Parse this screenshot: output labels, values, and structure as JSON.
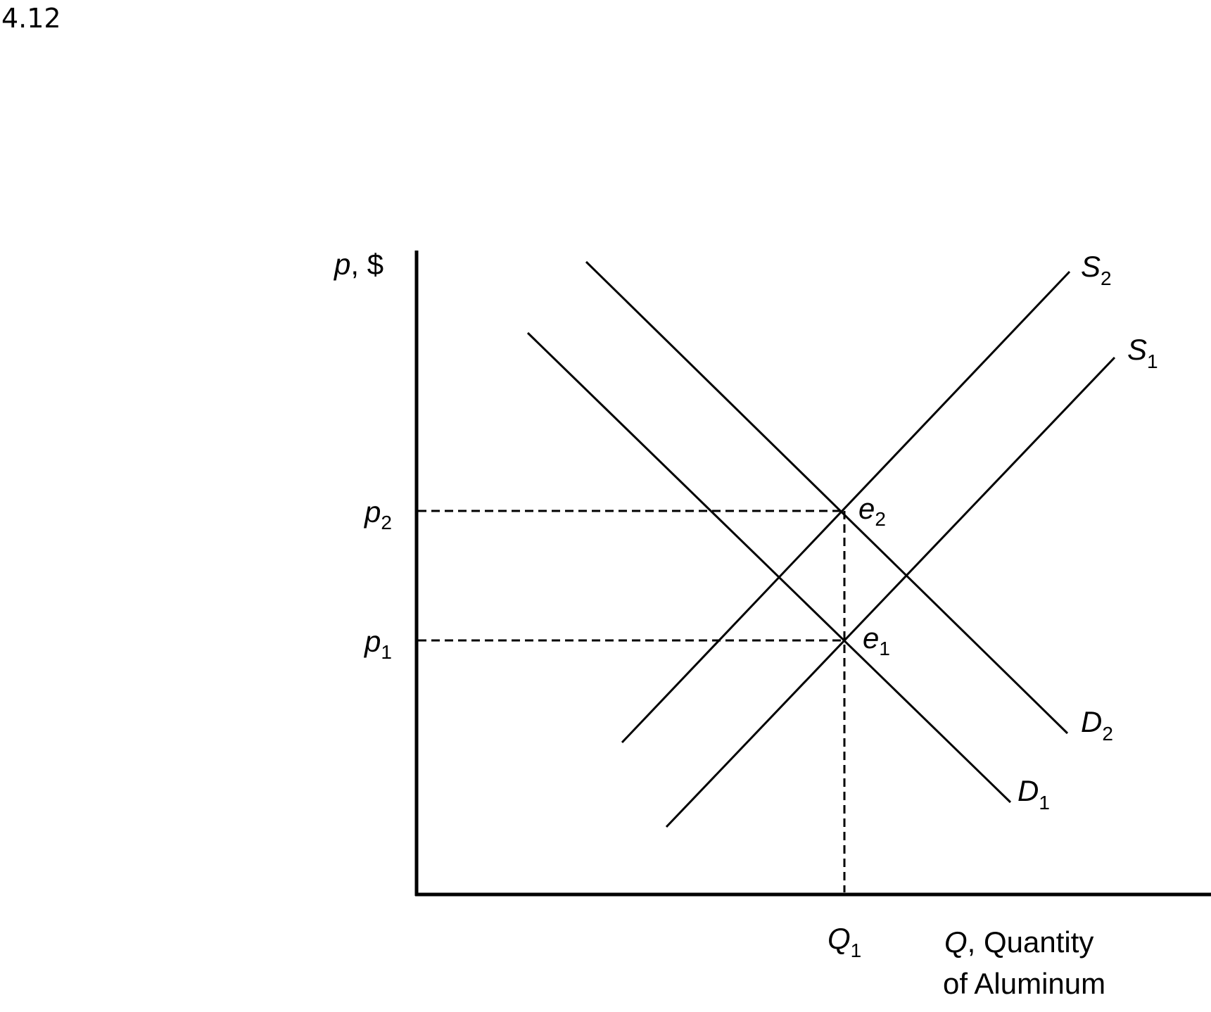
{
  "figure_number": "4.12",
  "axes": {
    "y_label": {
      "var": "p",
      "rest": ", $"
    },
    "x_label": {
      "var": "Q",
      "line1_rest": ", Quantity",
      "line2": "of Aluminum"
    }
  },
  "curves": {
    "S2": {
      "letter": "S",
      "sub": "2"
    },
    "S1": {
      "letter": "S",
      "sub": "1"
    },
    "D2": {
      "letter": "D",
      "sub": "2"
    },
    "D1": {
      "letter": "D",
      "sub": "1"
    }
  },
  "price_levels": {
    "p2": {
      "letter": "p",
      "sub": "2"
    },
    "p1": {
      "letter": "p",
      "sub": "1"
    }
  },
  "quantity_levels": {
    "Q1": {
      "letter": "Q",
      "sub": "1"
    }
  },
  "equilibria": {
    "e2": {
      "letter": "e",
      "sub": "2"
    },
    "e1": {
      "letter": "e",
      "sub": "1"
    }
  }
}
